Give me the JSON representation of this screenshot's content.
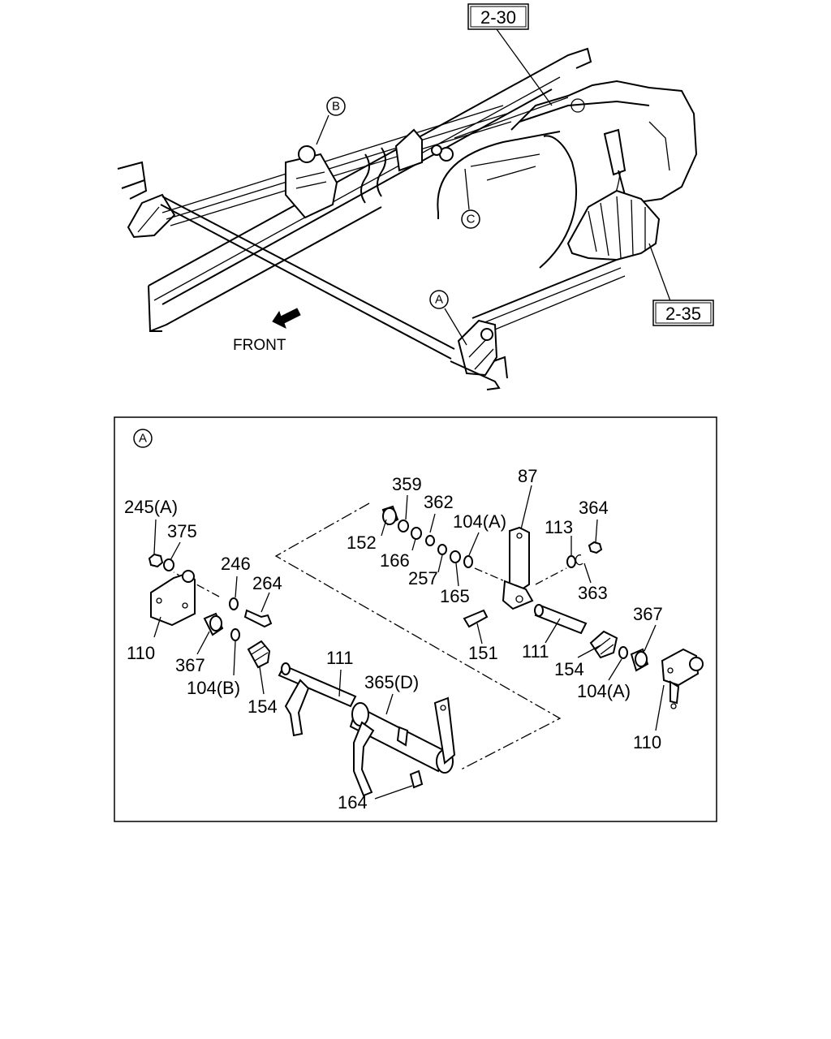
{
  "overview": {
    "ref_boxes": [
      {
        "id": "ref-2-30",
        "text": "2-30"
      },
      {
        "id": "ref-2-35",
        "text": "2-35"
      }
    ],
    "callouts": [
      {
        "id": "callout-b",
        "text": "B"
      },
      {
        "id": "callout-c",
        "text": "C"
      },
      {
        "id": "callout-a",
        "text": "A"
      }
    ],
    "front_label": "FRONT"
  },
  "detail_a": {
    "header": "A",
    "part_labels": [
      "245(A)",
      "375",
      "246",
      "264",
      "110",
      "367",
      "104(B)",
      "154",
      "111",
      "365(D)",
      "164",
      "359",
      "362",
      "152",
      "166",
      "257",
      "104(A)",
      "165",
      "87",
      "113",
      "364",
      "363",
      "151",
      "111",
      "367",
      "154",
      "104(A)",
      "110"
    ]
  }
}
